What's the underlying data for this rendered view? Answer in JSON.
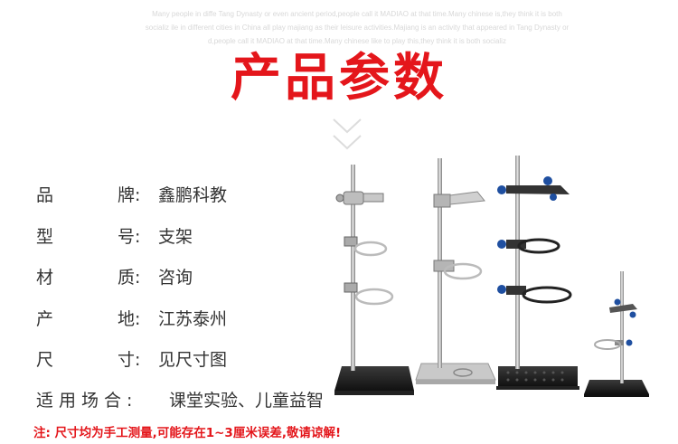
{
  "background_text": [
    "Many people in diffe Tang Dynasty or even ancient period,people call it MADIAO at that time.Many chinese is,they think it is both",
    "socializ ile in different cities in China all play majiang as their leisure activities.Majiang is an activity that appeared in Tang Dynasty or",
    "d,people call it MADIAO at that time.Many chinese like to play this,they think it is both socializ"
  ],
  "title": "产品参数",
  "specs": [
    {
      "label_1": "品",
      "label_2": "牌:",
      "value": "鑫鹏科教"
    },
    {
      "label_1": "型",
      "label_2": "号:",
      "value": "支架"
    },
    {
      "label_1": "材",
      "label_2": "质:",
      "value": "咨询"
    },
    {
      "label_1": "产",
      "label_2": "地:",
      "value": "江苏泰州"
    },
    {
      "label_1": "尺",
      "label_2": "寸:",
      "value": "见尺寸图"
    }
  ],
  "usage": {
    "label": "适用场合:",
    "value": "课堂实验、儿童益智"
  },
  "note": "注: 尺寸均为手工测量,可能存在1~3厘米误差,敬请谅解!",
  "colors": {
    "accent": "#e4161b",
    "text": "#333333",
    "clamp_blue": "#1f4fa0"
  },
  "product_image": "four laboratory iron retort stands with ring and clamp holders"
}
